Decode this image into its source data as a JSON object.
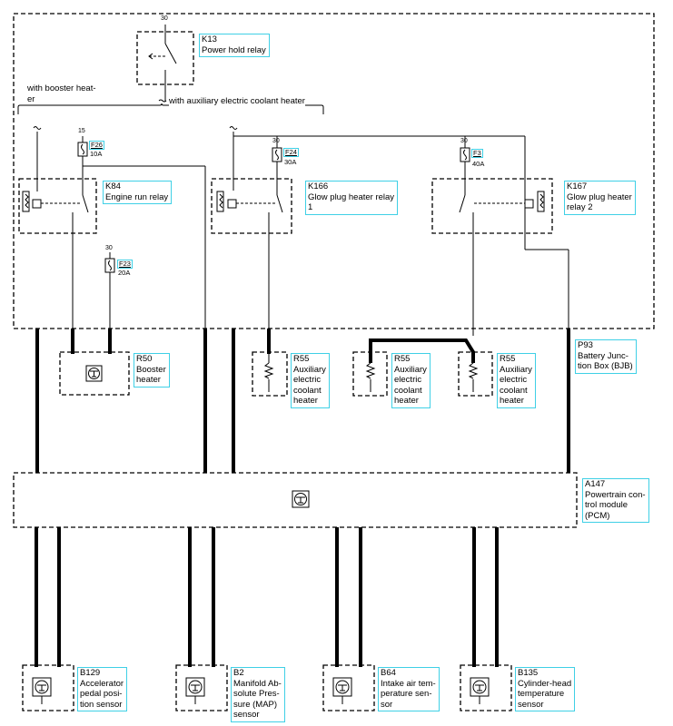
{
  "components": {
    "k13": {
      "id": "K13",
      "name": "Power hold relay",
      "pin": "30"
    },
    "k84": {
      "id": "K84",
      "name": "Engine run relay"
    },
    "k166": {
      "id": "K166",
      "name": "Glow plug heater relay\n1"
    },
    "k167": {
      "id": "K167",
      "name": "Glow plug heater\nrelay 2"
    },
    "r50": {
      "id": "R50",
      "name": "Booster\nheater"
    },
    "r55_a": {
      "id": "R55",
      "name": "Auxiliary\nelectric\ncoolant\nheater"
    },
    "r55_b": {
      "id": "R55",
      "name": "Auxiliary\nelectric\ncoolant\nheater"
    },
    "r55_c": {
      "id": "R55",
      "name": "Auxiliary\nelectric\ncoolant\nheater"
    },
    "p93": {
      "id": "P93",
      "name": "Battery Junc-\ntion Box (BJB)"
    },
    "a147": {
      "id": "A147",
      "name": "Powertrain con-\ntrol module\n(PCM)"
    },
    "b129": {
      "id": "B129",
      "name": "Accelerator\npedal posi-\ntion sensor"
    },
    "b2": {
      "id": "B2",
      "name": "Manifold Ab-\nsolute Pres-\nsure (MAP)\nsensor"
    },
    "b64": {
      "id": "B64",
      "name": "Intake air tem-\nperature sen-\nsor"
    },
    "b135": {
      "id": "B135",
      "name": "Cylinder-head\ntemperature\nsensor"
    }
  },
  "fuses": {
    "f26": {
      "id": "F26",
      "rating": "10A",
      "pin": "15"
    },
    "f24": {
      "id": "F24",
      "rating": "30A",
      "pin": "30"
    },
    "f3": {
      "id": "F3",
      "rating": "40A",
      "pin": "30"
    },
    "f23": {
      "id": "F23",
      "rating": "20A",
      "pin": "30"
    }
  },
  "options": {
    "booster": "with booster heat-\ner",
    "aux_coolant": "with auxiliary electric coolant heater"
  },
  "colors": {
    "line": "#000000",
    "label_border": "#3fd0e6",
    "background": "#ffffff"
  }
}
